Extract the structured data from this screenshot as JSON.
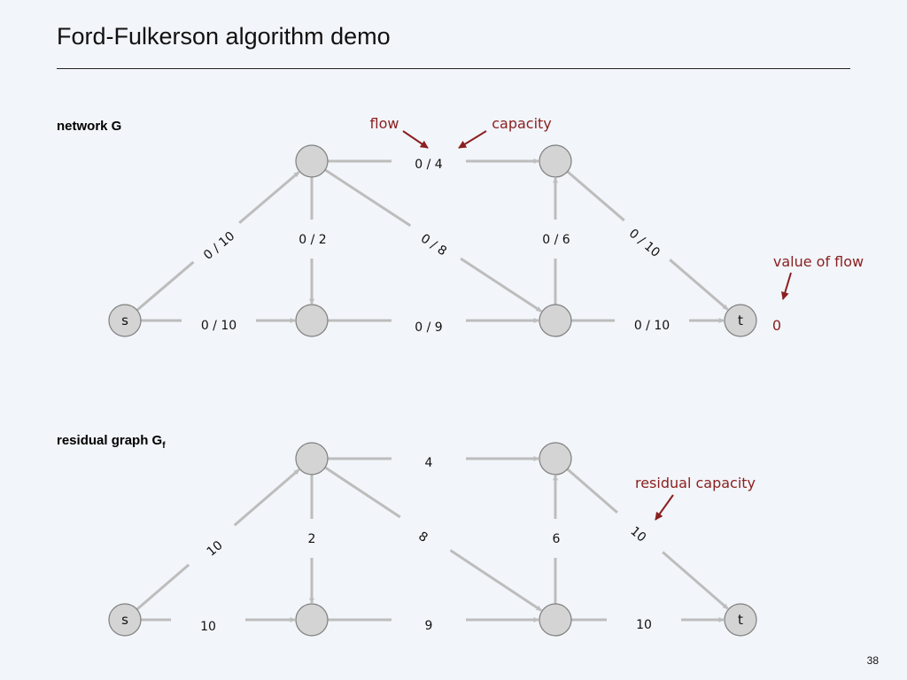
{
  "title": "Ford-Fulkerson algorithm demo",
  "page_number": "38",
  "network": {
    "label": "network G",
    "nodes": [
      {
        "id": "s",
        "label": "s"
      },
      {
        "id": "a",
        "label": ""
      },
      {
        "id": "b",
        "label": ""
      },
      {
        "id": "c",
        "label": ""
      },
      {
        "id": "d",
        "label": ""
      },
      {
        "id": "t",
        "label": "t"
      }
    ],
    "edges": [
      {
        "from": "a",
        "to": "c",
        "label": "0 / 4"
      },
      {
        "from": "s",
        "to": "a",
        "label": "0 / 10"
      },
      {
        "from": "a",
        "to": "b",
        "label": "0 / 2"
      },
      {
        "from": "a",
        "to": "d",
        "label": "0 / 8"
      },
      {
        "from": "d",
        "to": "c",
        "label": "0 / 6"
      },
      {
        "from": "c",
        "to": "t",
        "label": "0 / 10"
      },
      {
        "from": "s",
        "to": "b",
        "label": "0 / 10"
      },
      {
        "from": "b",
        "to": "d",
        "label": "0 / 9"
      },
      {
        "from": "d",
        "to": "t",
        "label": "0 / 10"
      }
    ],
    "annotations": {
      "flow": "flow",
      "capacity": "capacity",
      "value_of_flow": "value of flow",
      "flow_value": "0"
    }
  },
  "residual": {
    "label_main": "residual graph G",
    "label_sub": "f",
    "nodes": [
      {
        "id": "s",
        "label": "s"
      },
      {
        "id": "a",
        "label": ""
      },
      {
        "id": "b",
        "label": ""
      },
      {
        "id": "c",
        "label": ""
      },
      {
        "id": "d",
        "label": ""
      },
      {
        "id": "t",
        "label": "t"
      }
    ],
    "edges": [
      {
        "from": "a",
        "to": "c",
        "label": "4"
      },
      {
        "from": "s",
        "to": "a",
        "label": "10"
      },
      {
        "from": "a",
        "to": "b",
        "label": "2"
      },
      {
        "from": "a",
        "to": "d",
        "label": "8"
      },
      {
        "from": "d",
        "to": "c",
        "label": "6"
      },
      {
        "from": "c",
        "to": "t",
        "label": "10"
      },
      {
        "from": "s",
        "to": "b",
        "label": "10"
      },
      {
        "from": "b",
        "to": "d",
        "label": "9"
      },
      {
        "from": "d",
        "to": "t",
        "label": "10"
      }
    ],
    "annotations": {
      "residual_capacity": "residual capacity"
    }
  },
  "colors": {
    "annotation": "#8b2020",
    "edge": "#bdbdbd",
    "node_fill": "#d4d4d4"
  }
}
